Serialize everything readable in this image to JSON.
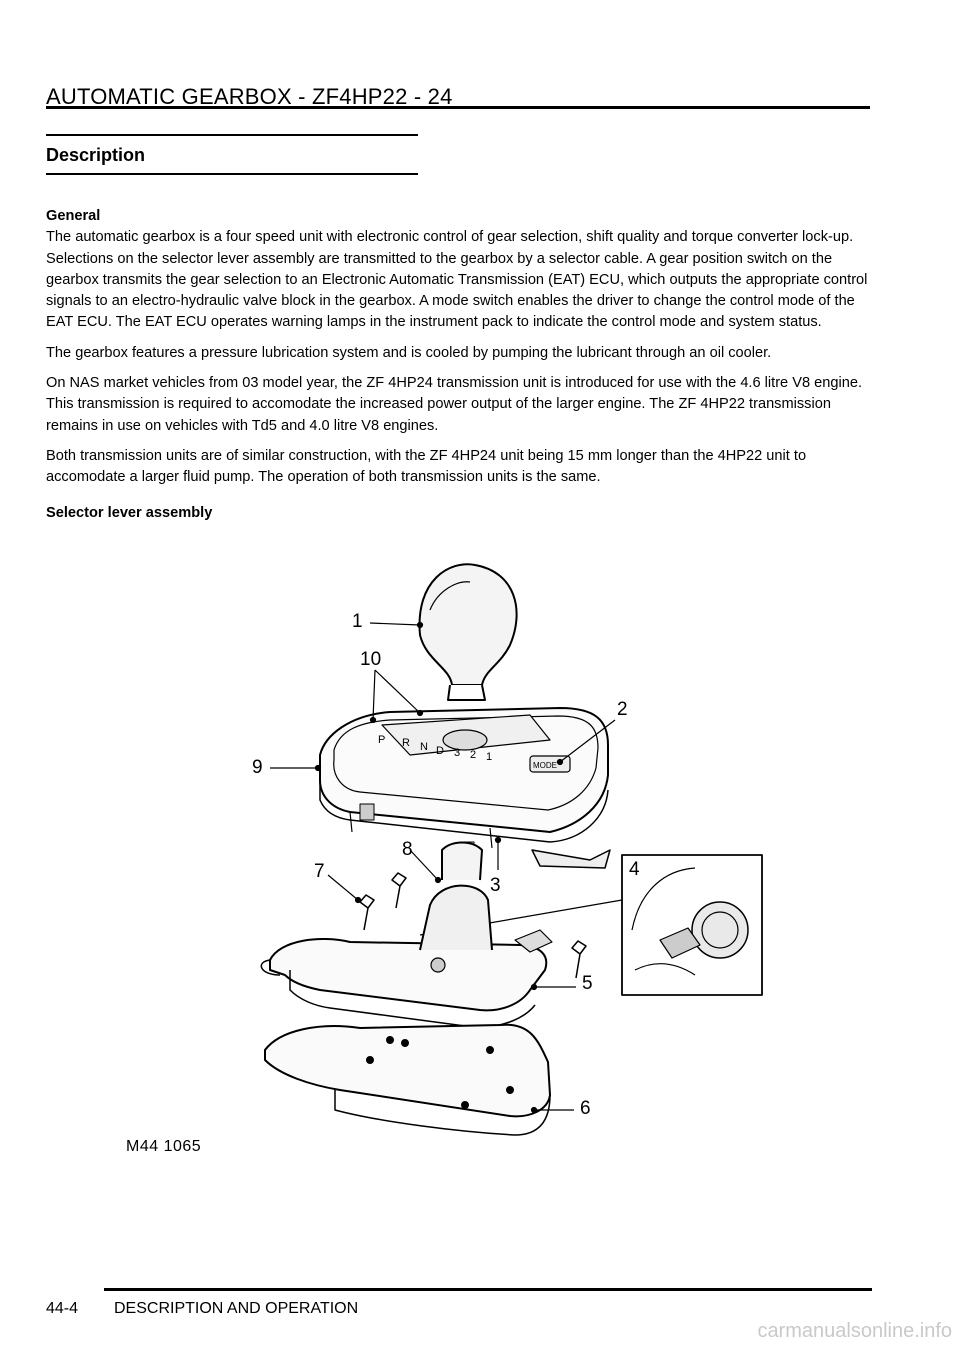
{
  "header": {
    "title": "AUTOMATIC GEARBOX - ZF4HP22 - 24"
  },
  "section": {
    "heading": "Description"
  },
  "content": {
    "subheading": "General",
    "paragraphs": [
      "The automatic gearbox is a four speed unit with electronic control of gear selection, shift quality and torque converter lock-up. Selections on the selector lever assembly are transmitted to the gearbox by a selector cable. A gear position switch on the gearbox transmits the gear selection to an Electronic Automatic Transmission (EAT) ECU, which outputs the appropriate control signals to an electro-hydraulic valve block in the gearbox. A mode switch enables the driver to change the control mode of the EAT ECU. The EAT ECU operates warning lamps in the instrument pack to indicate the control mode and system status.",
      "The gearbox features a pressure lubrication system and is cooled by pumping the lubricant through an oil cooler.",
      "On NAS market vehicles from 03 model year, the ZF 4HP24 transmission unit is introduced for use with the 4.6 litre V8 engine. This transmission is required to accomodate the increased power output of the larger engine. The ZF 4HP22 transmission remains in use on vehicles with Td5 and 4.0 litre V8 engines.",
      "Both transmission units are of similar construction, with the ZF 4HP24 unit being 15 mm longer than the 4HP22 unit to accomodate a larger fluid pump. The operation of both transmission units is the same."
    ]
  },
  "figure": {
    "caption": "Selector lever assembly",
    "reference": "M44 1065",
    "callouts": [
      "1",
      "10",
      "2",
      "9",
      "8",
      "7",
      "3",
      "4",
      "5",
      "6"
    ],
    "gate_letters": [
      "P",
      "R",
      "N",
      "D",
      "3",
      "2",
      "1"
    ],
    "mode_label": "MODE"
  },
  "footer": {
    "page_number": "44-4",
    "section_title": "DESCRIPTION AND OPERATION"
  },
  "watermark": "carmanualsonline.info"
}
